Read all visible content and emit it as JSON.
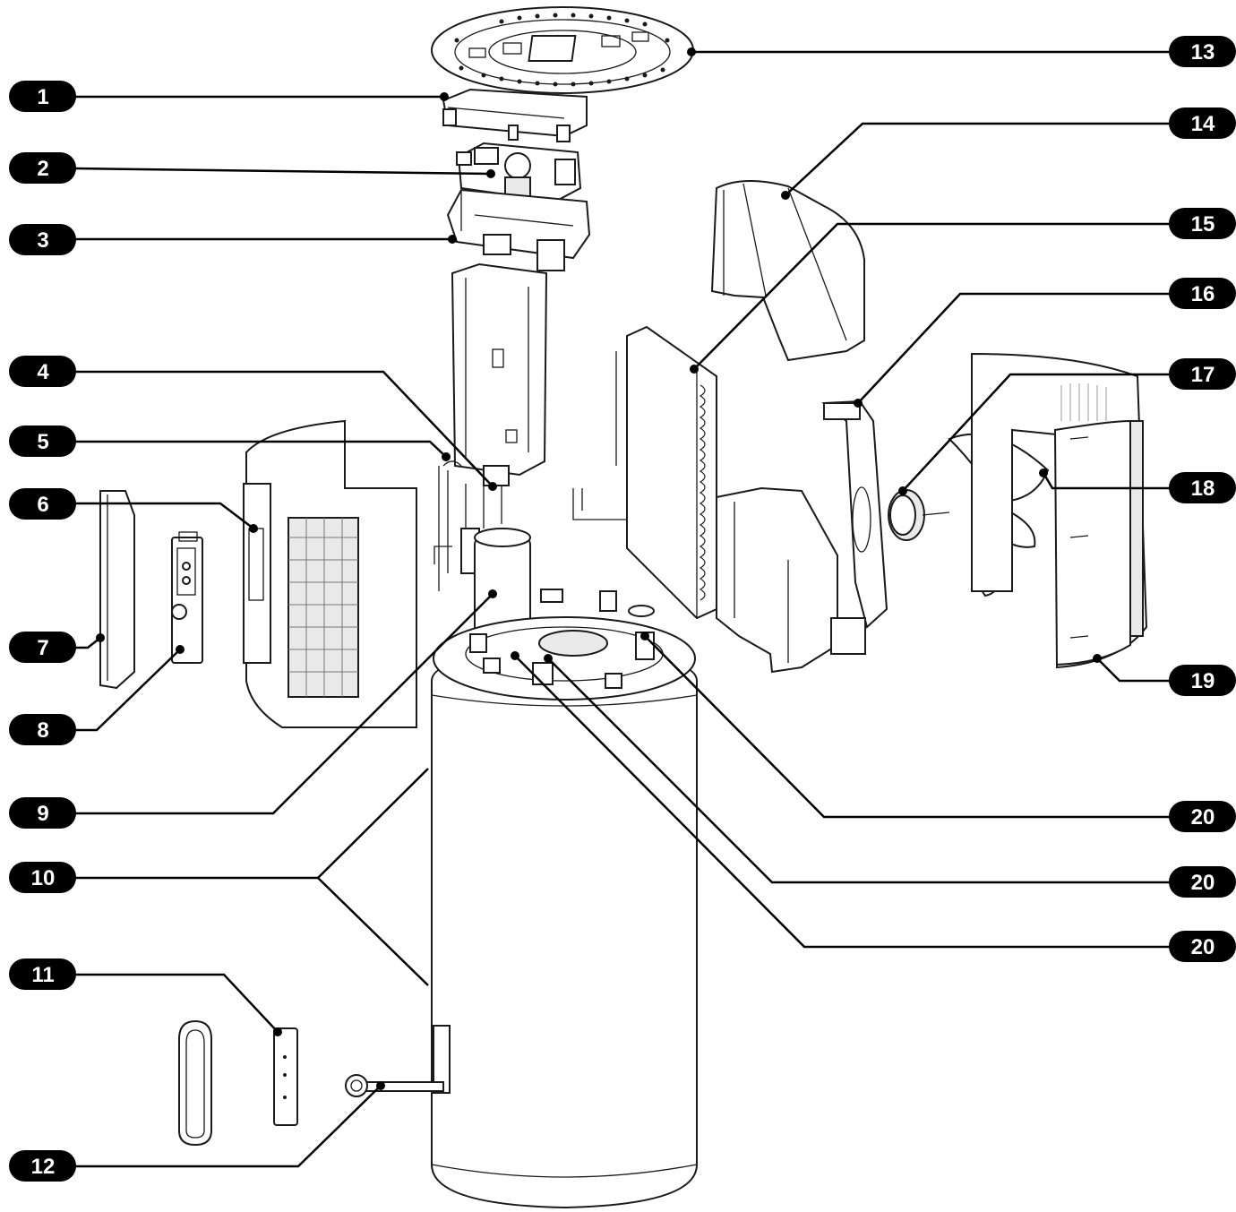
{
  "diagram": {
    "callouts": [
      {
        "id": "c1",
        "label": "1"
      },
      {
        "id": "c2",
        "label": "2"
      },
      {
        "id": "c3",
        "label": "3"
      },
      {
        "id": "c4",
        "label": "4"
      },
      {
        "id": "c5",
        "label": "5"
      },
      {
        "id": "c6",
        "label": "6"
      },
      {
        "id": "c7",
        "label": "7"
      },
      {
        "id": "c8",
        "label": "8"
      },
      {
        "id": "c9",
        "label": "9"
      },
      {
        "id": "c10",
        "label": "10"
      },
      {
        "id": "c11",
        "label": "11"
      },
      {
        "id": "c12",
        "label": "12"
      },
      {
        "id": "c13",
        "label": "13"
      },
      {
        "id": "c14",
        "label": "14"
      },
      {
        "id": "c15",
        "label": "15"
      },
      {
        "id": "c16",
        "label": "16"
      },
      {
        "id": "c17",
        "label": "17"
      },
      {
        "id": "c18",
        "label": "18"
      },
      {
        "id": "c19",
        "label": "19"
      },
      {
        "id": "c20a",
        "label": "20"
      },
      {
        "id": "c20b",
        "label": "20"
      },
      {
        "id": "c20c",
        "label": "20"
      }
    ],
    "colors": {
      "badge": "#000000",
      "badge_text": "#ffffff",
      "line": "#000000",
      "drawing": "#1a1a1a"
    }
  }
}
